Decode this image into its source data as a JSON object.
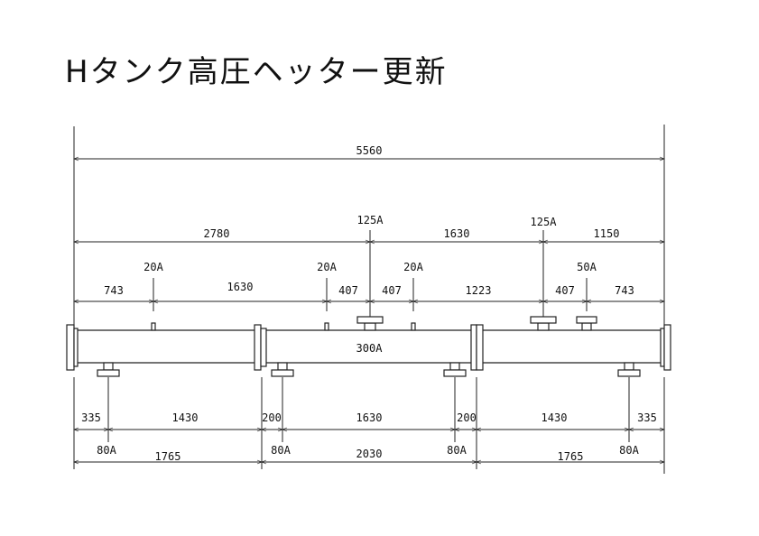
{
  "title": "Hタンク高圧ヘッター更新",
  "dims": {
    "total": "5560",
    "r2_a": "2780",
    "r2_b": "1630",
    "r2_c": "1150",
    "r3_a": "743",
    "r3_b": "1630",
    "r3_c": "407",
    "r3_d": "407",
    "r3_e": "1223",
    "r3_f": "407",
    "r3_g": "743",
    "r4_a": "335",
    "r4_b": "1430",
    "r4_c": "200",
    "r4_d": "1630",
    "r4_e": "200",
    "r4_f": "1430",
    "r4_g": "335",
    "r5_a": "1765",
    "r5_b": "2030",
    "r5_c": "1765"
  },
  "labels": {
    "n20a_1": "20A",
    "n20a_2": "20A",
    "n20a_3": "20A",
    "n50a": "50A",
    "n125a_1": "125A",
    "n125a_2": "125A",
    "main": "300A",
    "b80a_1": "80A",
    "b80a_2": "80A",
    "b80a_3": "80A",
    "b80a_4": "80A"
  }
}
